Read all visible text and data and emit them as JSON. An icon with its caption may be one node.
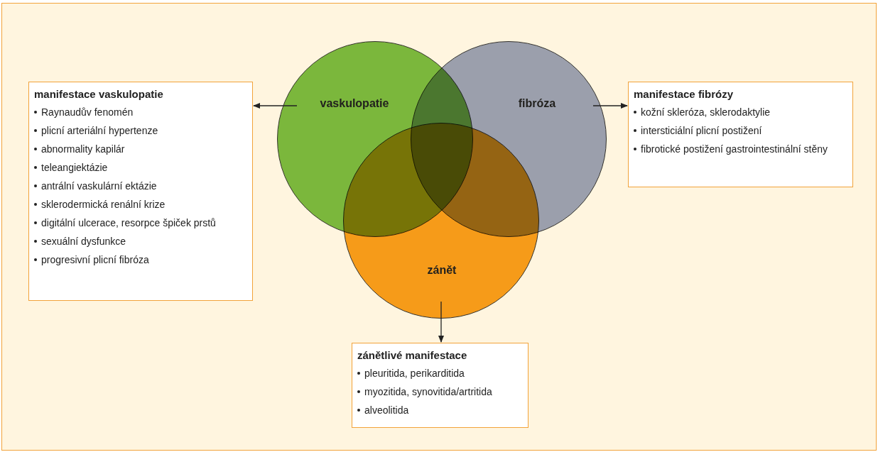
{
  "diagram": {
    "nodes": [
      {
        "text": [
          "vaskulopatie"
        ]
      },
      {
        "text": [
          "fibróza"
        ]
      },
      {
        "text": [
          "zánět"
        ]
      },
      {
        "text": [
          "manifestace vaskulopatie",
          "Raynaudův fenomén",
          "plicní arteriální hypertenze",
          "abnormality kapilár",
          "teleangiektázie",
          "antrální vaskulární ektázie",
          "sklerodermická renální krize",
          "digitální ulcerace, resorpce špiček prstů",
          "sexuální dysfunkce",
          "progresivní plicní fibróza"
        ]
      },
      {
        "text": [
          "manifestace fibrózy",
          "kožní skleróza, sklerodaktylie",
          "intersticiální plicní postižení",
          "fibrotické postižení gastrointestinální stěny"
        ]
      },
      {
        "text": [
          "zánětlivé manifestace",
          "pleuritida, perikarditida",
          "myozitida, synovitida/artritida",
          "alveolitida"
        ]
      }
    ],
    "edges": [
      {
        "from": 0,
        "to": 3,
        "arrow": "to"
      },
      {
        "from": 1,
        "to": 4,
        "arrow": "to"
      },
      {
        "from": 2,
        "to": 5,
        "arrow": "to"
      }
    ]
  }
}
